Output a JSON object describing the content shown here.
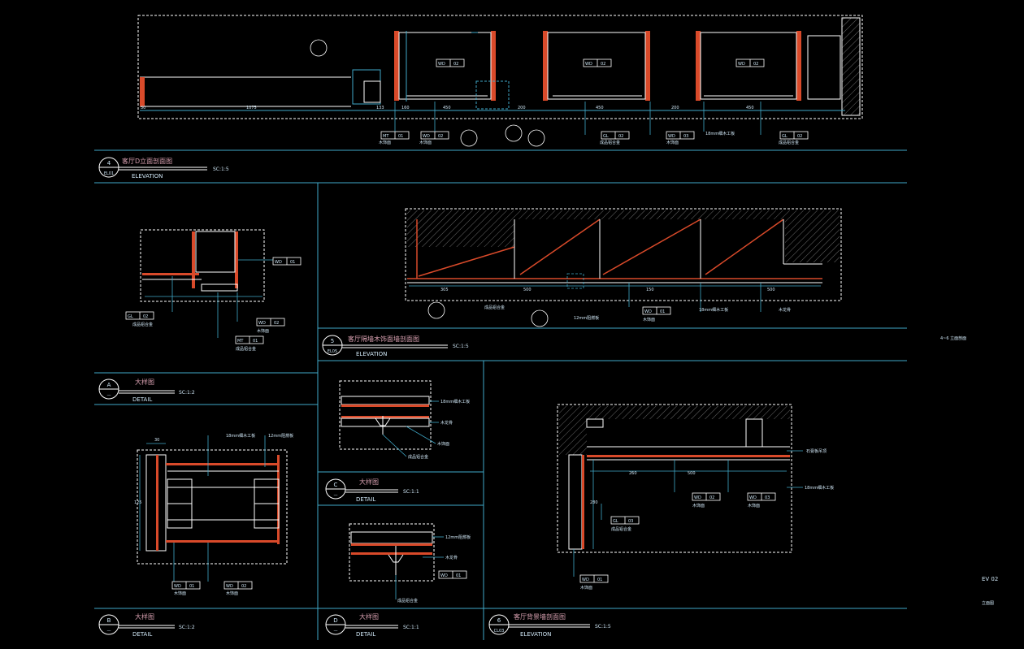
{
  "sheet": {
    "side_note": "4~6 立面剖面",
    "drawing_no": "EV 02",
    "drawing_label": "立面图"
  },
  "panels": [
    {
      "id": "4",
      "sheet": "EL01",
      "title": "客厅D立面剖面图",
      "sub": "ELEVATION",
      "scale": "SC:1:5"
    },
    {
      "id": "5",
      "sheet": "EL05",
      "title": "客厅隔墙木饰面墙剖面图",
      "sub": "ELEVATION",
      "scale": "SC:1:5"
    },
    {
      "id": "A",
      "sheet": "—",
      "title": "大样图",
      "sub": "DETAIL",
      "scale": "SC:1:2"
    },
    {
      "id": "C",
      "sheet": "—",
      "title": "大样图",
      "sub": "DETAIL",
      "scale": "SC:1:1"
    },
    {
      "id": "B",
      "sheet": "—",
      "title": "大样图",
      "sub": "DETAIL",
      "scale": "SC:1:2"
    },
    {
      "id": "D",
      "sheet": "—",
      "title": "大样图",
      "sub": "DETAIL",
      "scale": "SC:1:1"
    },
    {
      "id": "6",
      "sheet": "CL03",
      "title": "客厅背景墙剖面图",
      "sub": "ELEVATION",
      "scale": "SC:1:5"
    }
  ],
  "dims": {
    "top": [
      "30",
      "1075",
      "133",
      "160",
      "450",
      "200",
      "450",
      "200",
      "450"
    ],
    "mid": [
      "305",
      "500",
      "150",
      "500"
    ],
    "detail_b": [
      "30",
      "125"
    ],
    "elev6": [
      "260",
      "500",
      "280"
    ]
  },
  "tags": {
    "wd": "WD",
    "mt": "MT",
    "gl": "GL",
    "n01": "01",
    "n02": "02",
    "n03": "03"
  },
  "notes": {
    "n1": "木饰面",
    "n2": "18mm细木工板",
    "n3": "成品铝合金",
    "n4": "12mm阻燃板",
    "n5": "木龙骨",
    "n6": "石膏板吊顶"
  },
  "colors": {
    "frame": "#ffffff",
    "line": "#3fa9c8",
    "wall": "#d94a2a",
    "text": "#cfe6f5"
  }
}
